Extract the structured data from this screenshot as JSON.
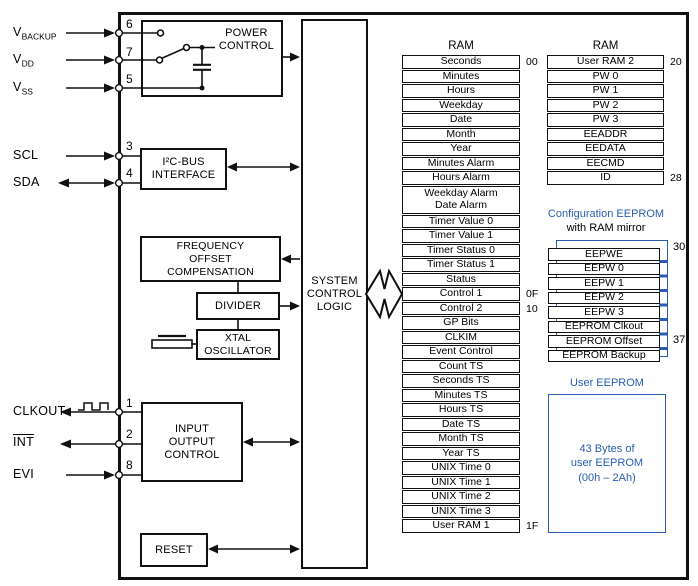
{
  "colors": {
    "accent_blue": "#2a5db0",
    "line_black": "#111111"
  },
  "pins": [
    {
      "name": "vbackup",
      "base": "V",
      "sub": "BACKUP",
      "number": "6",
      "direction": "in"
    },
    {
      "name": "vdd",
      "base": "V",
      "sub": "DD",
      "number": "7",
      "direction": "in"
    },
    {
      "name": "vss",
      "base": "V",
      "sub": "SS",
      "number": "5",
      "direction": "in"
    },
    {
      "name": "scl",
      "label": "SCL",
      "number": "3",
      "direction": "in"
    },
    {
      "name": "sda",
      "label": "SDA",
      "number": "4",
      "direction": "bidirectional"
    },
    {
      "name": "clkout",
      "label": "CLKOUT",
      "number": "1",
      "direction": "out"
    },
    {
      "name": "int",
      "label": "INT",
      "number": "2",
      "direction": "out",
      "overline": true
    },
    {
      "name": "evi",
      "label": "EVI",
      "number": "8",
      "direction": "in"
    }
  ],
  "blocks": {
    "power_control": "POWER\nCONTROL",
    "i2c_interface": "I²C-BUS\nINTERFACE",
    "frequency_offset_compensation": "FREQUENCY\nOFFSET\nCOMPENSATION",
    "divider": "DIVIDER",
    "xtal_oscillator": "XTAL\nOSCILLATOR",
    "system_control_logic": "SYSTEM\nCONTROL\nLOGIC",
    "input_output_control": "INPUT\nOUTPUT\nCONTROL",
    "reset": "RESET"
  },
  "ram_left": {
    "title": "RAM",
    "rows": [
      {
        "label": "Seconds",
        "addr": "00"
      },
      {
        "label": "Minutes"
      },
      {
        "label": "Hours"
      },
      {
        "label": "Weekday"
      },
      {
        "label": "Date"
      },
      {
        "label": "Month"
      },
      {
        "label": "Year"
      },
      {
        "label": "Minutes Alarm"
      },
      {
        "label": "Hours Alarm"
      },
      {
        "label": "Weekday Alarm\nDate Alarm",
        "double": true
      },
      {
        "label": "Timer Value 0"
      },
      {
        "label": "Timer Value 1"
      },
      {
        "label": "Timer Status 0"
      },
      {
        "label": "Timer Status 1"
      },
      {
        "label": "Status"
      },
      {
        "label": "Control 1",
        "addr": "0F"
      },
      {
        "label": "Control 2",
        "addr": "10"
      },
      {
        "label": "GP Bits"
      },
      {
        "label": "CLKIM"
      },
      {
        "label": "Event Control"
      },
      {
        "label": "Count TS"
      },
      {
        "label": "Seconds TS"
      },
      {
        "label": "Minutes TS"
      },
      {
        "label": "Hours TS"
      },
      {
        "label": "Date TS"
      },
      {
        "label": "Month TS"
      },
      {
        "label": "Year TS"
      },
      {
        "label": "UNIX Time 0"
      },
      {
        "label": "UNIX Time 1"
      },
      {
        "label": "UNIX Time 2"
      },
      {
        "label": "UNIX Time 3"
      },
      {
        "label": "User RAM 1",
        "addr": "1F"
      }
    ]
  },
  "ram_right": {
    "title": "RAM",
    "rows": [
      {
        "label": "User RAM 2",
        "addr": "20"
      },
      {
        "label": "PW 0"
      },
      {
        "label": "PW 1"
      },
      {
        "label": "PW 2"
      },
      {
        "label": "PW 3"
      },
      {
        "label": "EEADDR"
      },
      {
        "label": "EEDATA"
      },
      {
        "label": "EECMD"
      },
      {
        "label": "ID",
        "addr": "28"
      }
    ]
  },
  "config_eeprom": {
    "title": "Configuration EEPROM",
    "subtitle": "with RAM mirror",
    "addr_top": "30",
    "addr_bottom": "37",
    "rows": [
      {
        "label": "EEPWE"
      },
      {
        "label": "EEPW 0"
      },
      {
        "label": "EEPW 1"
      },
      {
        "label": "EEPW 2"
      },
      {
        "label": "EEPW 3"
      },
      {
        "label": "EEPROM Clkout"
      },
      {
        "label": "EEPROM Offset"
      },
      {
        "label": "EEPROM Backup"
      }
    ]
  },
  "user_eeprom": {
    "title": "User EEPROM",
    "body": "43 Bytes of\nuser EEPROM\n(00h – 2Ah)"
  }
}
